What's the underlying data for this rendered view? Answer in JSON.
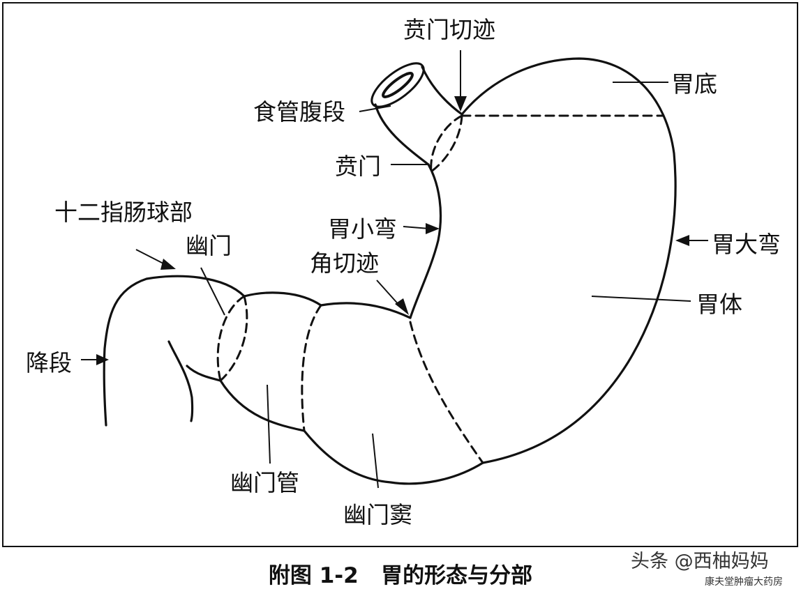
{
  "labels": {
    "cardiac_notch": "贲门切迹",
    "fundus": "胃底",
    "esophagus_abdominal": "食管腹段",
    "cardia": "贲门",
    "lesser_curvature": "胃小弯",
    "greater_curvature": "胃大弯",
    "duodenal_bulb": "十二指肠球部",
    "pylorus": "幽门",
    "angular_notch": "角切迹",
    "body": "胃体",
    "descending_part": "降段",
    "pyloric_canal": "幽门管",
    "pyloric_antrum": "幽门窦"
  },
  "caption": "附图 1-2   胃的形态与分部",
  "watermark": {
    "main": "头条 @西柚妈妈",
    "sub": "康夫堂肿瘤大药房"
  }
}
